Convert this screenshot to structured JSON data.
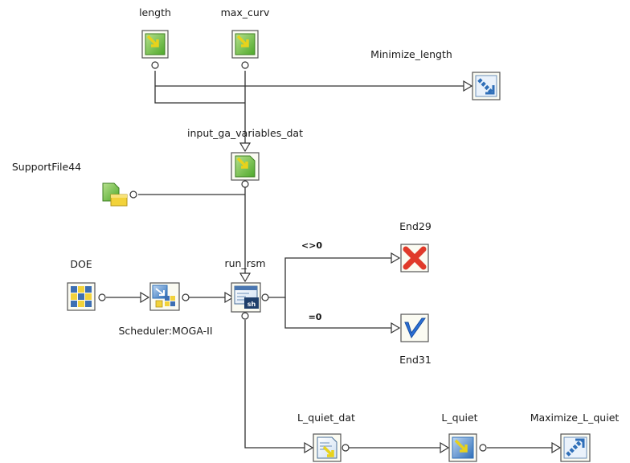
{
  "nodes": {
    "length": {
      "label": "length",
      "icon": "input-variable-icon"
    },
    "max_curv": {
      "label": "max_curv",
      "icon": "input-variable-icon"
    },
    "minimize_length": {
      "label": "Minimize_length",
      "icon": "objective-minimize-icon"
    },
    "input_ga_variables_dat": {
      "label": "input_ga_variables_dat",
      "icon": "input-file-icon"
    },
    "support_file": {
      "label": "SupportFile44",
      "icon": "support-file-icon"
    },
    "doe": {
      "label": "DOE",
      "icon": "doe-grid-icon"
    },
    "scheduler": {
      "label": "Scheduler:MOGA-II",
      "icon": "scheduler-icon"
    },
    "run_rsm": {
      "label": "run_rsm",
      "icon": "shell-script-icon"
    },
    "end29": {
      "label": "End29",
      "icon": "end-failure-icon"
    },
    "end31": {
      "label": "End31",
      "icon": "end-success-icon"
    },
    "l_quiet_dat": {
      "label": "L_quiet_dat",
      "icon": "output-file-icon"
    },
    "l_quiet": {
      "label": "L_quiet",
      "icon": "output-variable-icon"
    },
    "maximize_l_quiet": {
      "label": "Maximize_L_quiet",
      "icon": "objective-maximize-icon"
    }
  },
  "conditions": {
    "not_zero": "<>0",
    "zero": "=0"
  },
  "colors": {
    "variable_green": "#6cbf3c",
    "arrow_yellow": "#e8d21c",
    "objective_blue": "#2f6fb8",
    "failure_red": "#e03a2a",
    "success_blue": "#2a6fd6",
    "doe_blue": "#3d6fb3"
  }
}
